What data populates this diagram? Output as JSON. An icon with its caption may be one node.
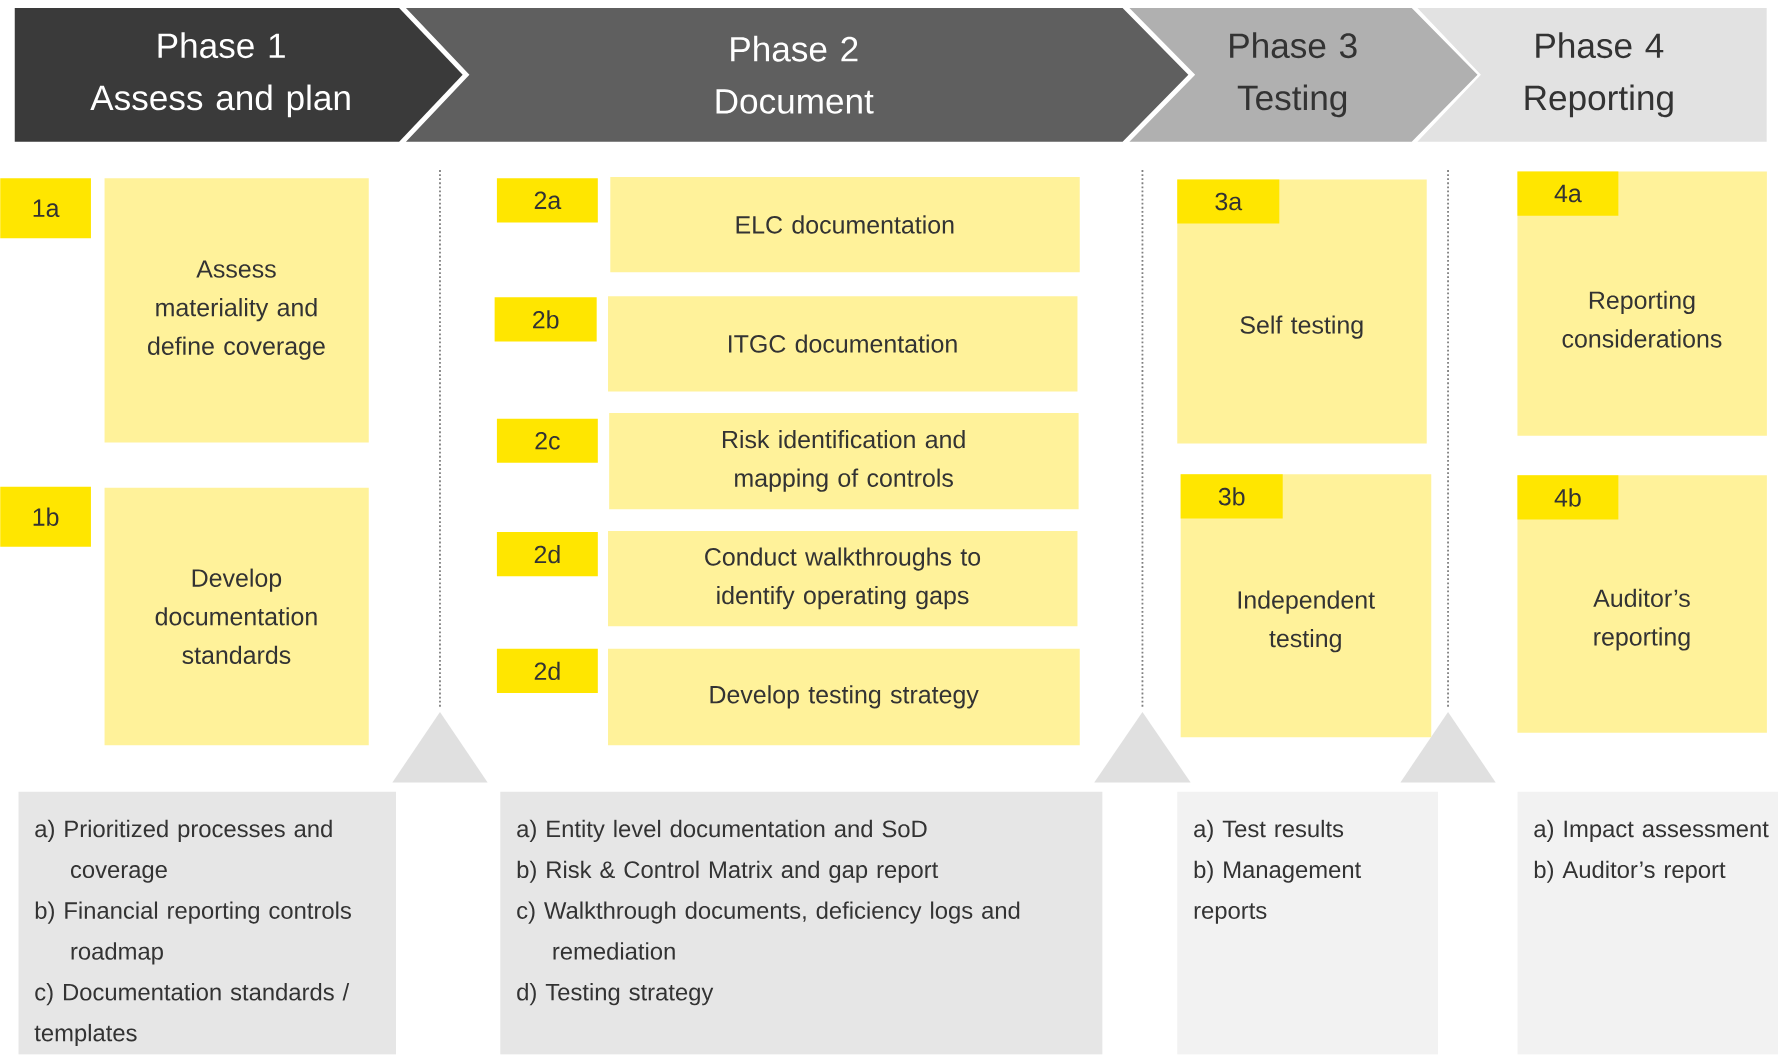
{
  "diagram": {
    "nodes": [
      {
        "text": [
          "Phase 1",
          "Assess and plan"
        ]
      },
      {
        "text": [
          "Phase 2",
          "Document"
        ]
      },
      {
        "text": [
          "Phase 3",
          "Testing"
        ]
      },
      {
        "text": [
          "Phase 4",
          "Reporting"
        ]
      },
      {
        "text": [
          "1a"
        ]
      },
      {
        "text": [
          "Assess materiality and define coverage"
        ]
      },
      {
        "text": [
          "1b"
        ]
      },
      {
        "text": [
          "Develop documentation standards"
        ]
      },
      {
        "text": [
          "2a"
        ]
      },
      {
        "text": [
          "ELC documentation"
        ]
      },
      {
        "text": [
          "2b"
        ]
      },
      {
        "text": [
          "ITGC documentation"
        ]
      },
      {
        "text": [
          "2c"
        ]
      },
      {
        "text": [
          "Risk identification and mapping of controls"
        ]
      },
      {
        "text": [
          "2d"
        ]
      },
      {
        "text": [
          "Conduct walkthroughs to identify operating gaps"
        ]
      },
      {
        "text": [
          "2d"
        ]
      },
      {
        "text": [
          "Develop testing strategy"
        ]
      },
      {
        "text": [
          "Self testing"
        ]
      },
      {
        "text": [
          "3a"
        ],
        "in": 18
      },
      {
        "text": [
          "Independent testing"
        ]
      },
      {
        "text": [
          "3b"
        ],
        "in": 20
      },
      {
        "text": [
          "Reporting considerations"
        ]
      },
      {
        "text": [
          "4a"
        ],
        "in": 22
      },
      {
        "text": [
          "Auditor’s reporting"
        ]
      },
      {
        "text": [
          "4b"
        ],
        "in": 24
      },
      {
        "text": [
          "a) Prioritized processes and coverage",
          "b) Financial reporting controls roadmap",
          "c) Documentation standards / templates"
        ]
      },
      {
        "text": [
          "a) Entity level documentation and SoD",
          "b) Risk & Control Matrix and gap report",
          "c) Walkthrough documents, deficiency logs and remediation",
          "d) Testing strategy"
        ]
      },
      {
        "text": [
          "a) Test results",
          "b) Management reports"
        ]
      },
      {
        "text": [
          "a) Impact assessment",
          "b) Auditor’s report"
        ]
      }
    ]
  }
}
